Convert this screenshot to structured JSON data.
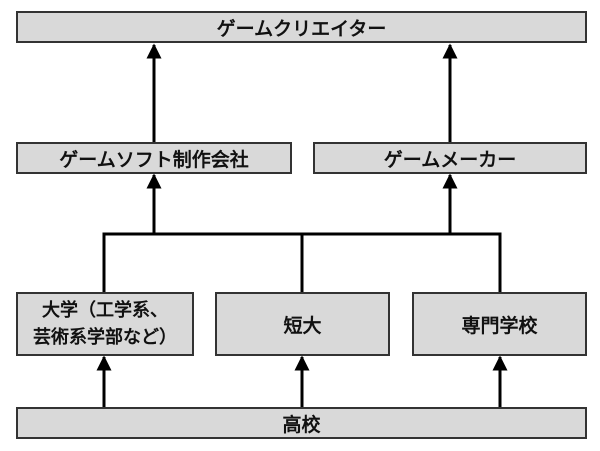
{
  "diagram": {
    "nodes": {
      "game_creator": "ゲームクリエイター",
      "software_company": "ゲームソフト制作会社",
      "game_maker": "ゲームメーカー",
      "university_line1": "大学（工学系、",
      "university_line2": "芸術系学部など）",
      "junior_college": "短大",
      "vocational_school": "専門学校",
      "high_school": "高校"
    },
    "edges": [
      {
        "from": "high_school",
        "to": "university"
      },
      {
        "from": "high_school",
        "to": "junior_college"
      },
      {
        "from": "high_school",
        "to": "vocational_school"
      },
      {
        "from": "university",
        "to": "software_company"
      },
      {
        "from": "junior_college",
        "to": "software_company"
      },
      {
        "from": "vocational_school",
        "to": "software_company"
      },
      {
        "from": "university",
        "to": "game_maker"
      },
      {
        "from": "junior_college",
        "to": "game_maker"
      },
      {
        "from": "vocational_school",
        "to": "game_maker"
      },
      {
        "from": "software_company",
        "to": "game_creator"
      },
      {
        "from": "game_maker",
        "to": "game_creator"
      }
    ],
    "colors": {
      "box_fill": "#d9d9d9",
      "box_border": "#333333",
      "line": "#000000"
    }
  }
}
